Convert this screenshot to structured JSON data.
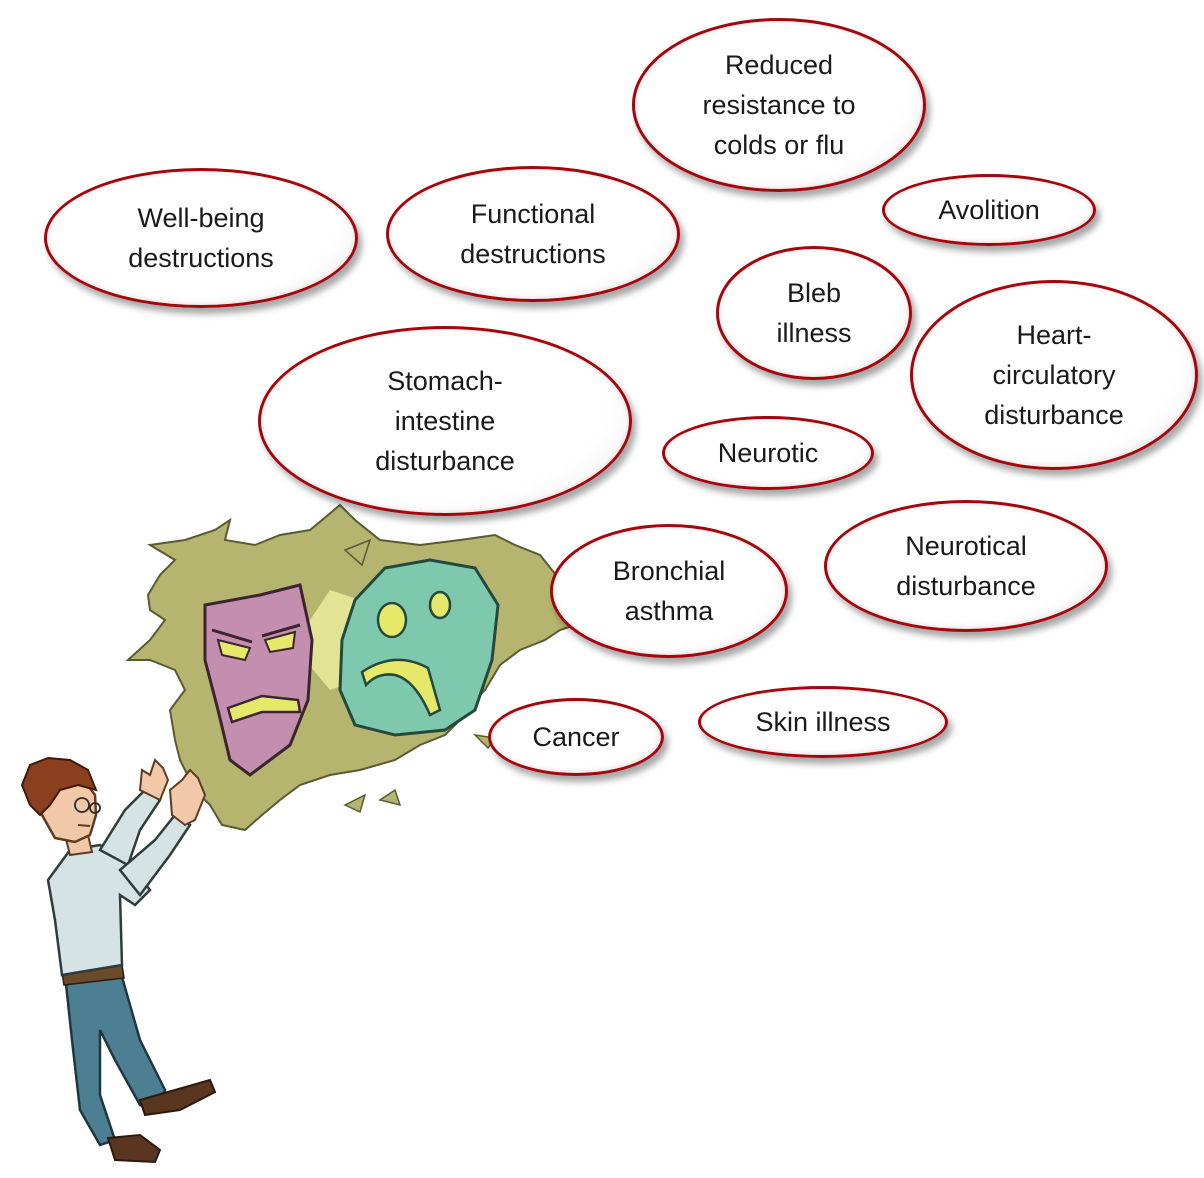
{
  "bubbles": [
    {
      "id": "reduced-resistance",
      "label": "Reduced\nresistance to\ncolds or flu"
    },
    {
      "id": "avolition",
      "label": "Avolition"
    },
    {
      "id": "well-being",
      "label": "Well-being\ndestructions"
    },
    {
      "id": "functional",
      "label": "Functional\ndestructions"
    },
    {
      "id": "bleb",
      "label": "Bleb\nillness"
    },
    {
      "id": "heart",
      "label": "Heart-\ncirculatory\ndisturbance"
    },
    {
      "id": "stomach",
      "label": "Stomach-\nintestine\ndisturbance"
    },
    {
      "id": "neurotic",
      "label": "Neurotic"
    },
    {
      "id": "neurotical",
      "label": "Neurotical\ndisturbance"
    },
    {
      "id": "bronchial",
      "label": "Bronchial\nasthma"
    },
    {
      "id": "cancer",
      "label": "Cancer"
    },
    {
      "id": "skin",
      "label": "Skin illness"
    }
  ],
  "colors": {
    "bubble_border": "#a3060c",
    "splash": "#b5b56f",
    "angry_mask": "#c48fae",
    "sad_mask": "#7ec9ad"
  },
  "illustration": {
    "figure": "man-with-raised-hands",
    "masks": [
      "angry-mask-icon",
      "sad-mask-icon"
    ]
  }
}
